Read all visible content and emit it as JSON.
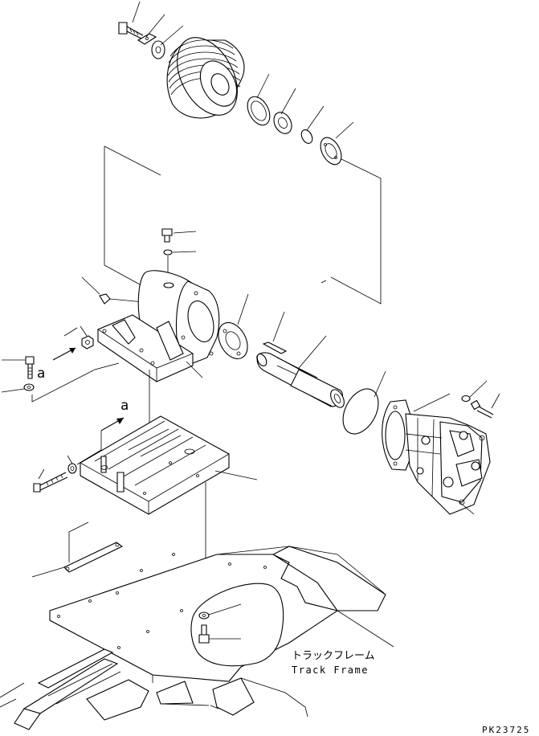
{
  "callouts": {
    "a_left": "a",
    "a_arrow": "a"
  },
  "frame_label": {
    "jp": "トラックフレーム",
    "en": "Track Frame"
  },
  "drawing_number": "PK23725"
}
